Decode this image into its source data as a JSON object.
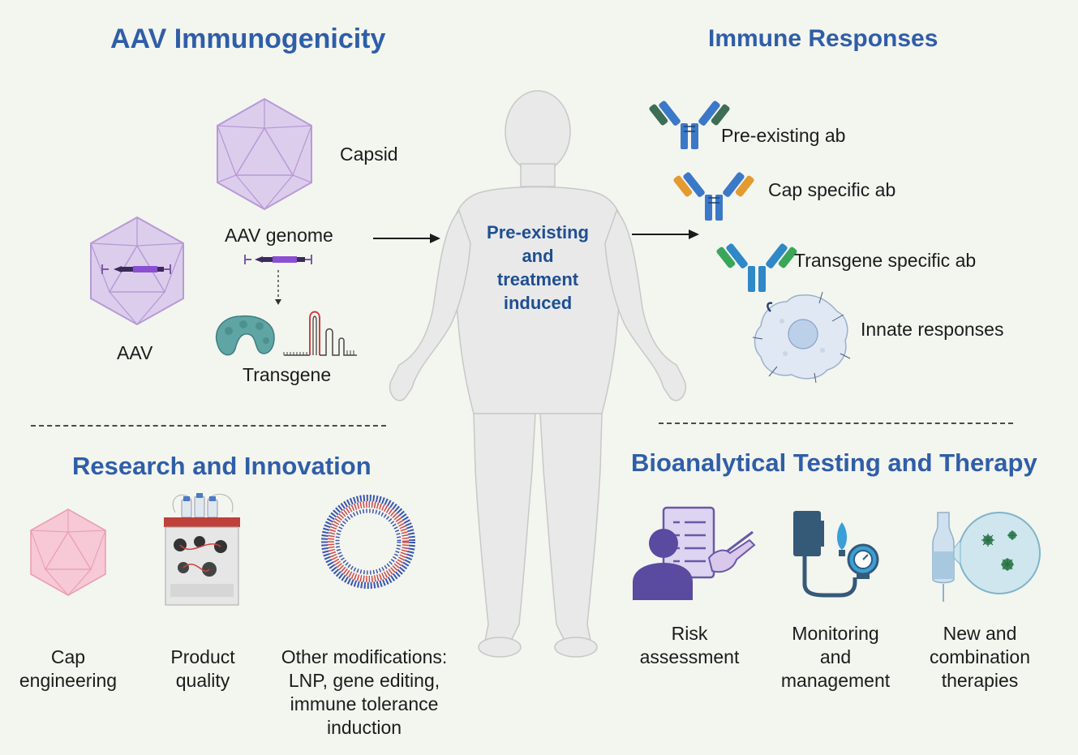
{
  "sections": {
    "aav_immunogenicity": "AAV Immunogenicity",
    "immune_responses": "Immune Responses",
    "research_innovation": "Research and Innovation",
    "bioanalytical": "Bioanalytical Testing and Therapy"
  },
  "aav_panel": {
    "capsid": "Capsid",
    "aav_genome": "AAV genome",
    "aav": "AAV",
    "transgene": "Transgene"
  },
  "center": {
    "line1": "Pre-existing",
    "line2": "and",
    "line3": "treatment",
    "line4": "induced"
  },
  "immune": {
    "pre_existing_ab": "Pre-existing ab",
    "cap_specific_ab": "Cap specific ab",
    "transgene_specific_ab": "Transgene specific ab",
    "innate_responses": "Innate responses"
  },
  "research": [
    {
      "lines": [
        "Cap",
        "engineering"
      ]
    },
    {
      "lines": [
        "Product",
        "quality"
      ]
    },
    {
      "lines": [
        "Other modifications:",
        "LNP, gene editing,",
        "immune tolerance",
        "induction"
      ]
    }
  ],
  "bioanalytical_items": [
    {
      "lines": [
        "Risk",
        "assessment"
      ]
    },
    {
      "lines": [
        "Monitoring",
        "and",
        "management"
      ]
    },
    {
      "lines": [
        "New and",
        "combination",
        "therapies"
      ]
    }
  ],
  "colors": {
    "heading": "#2f5ea8",
    "center_text": "#1e4f91",
    "capsid_purple": "#d9c8ea",
    "cap_pink": "#f6c4d2",
    "antibody_blue": "#3b78c8"
  }
}
